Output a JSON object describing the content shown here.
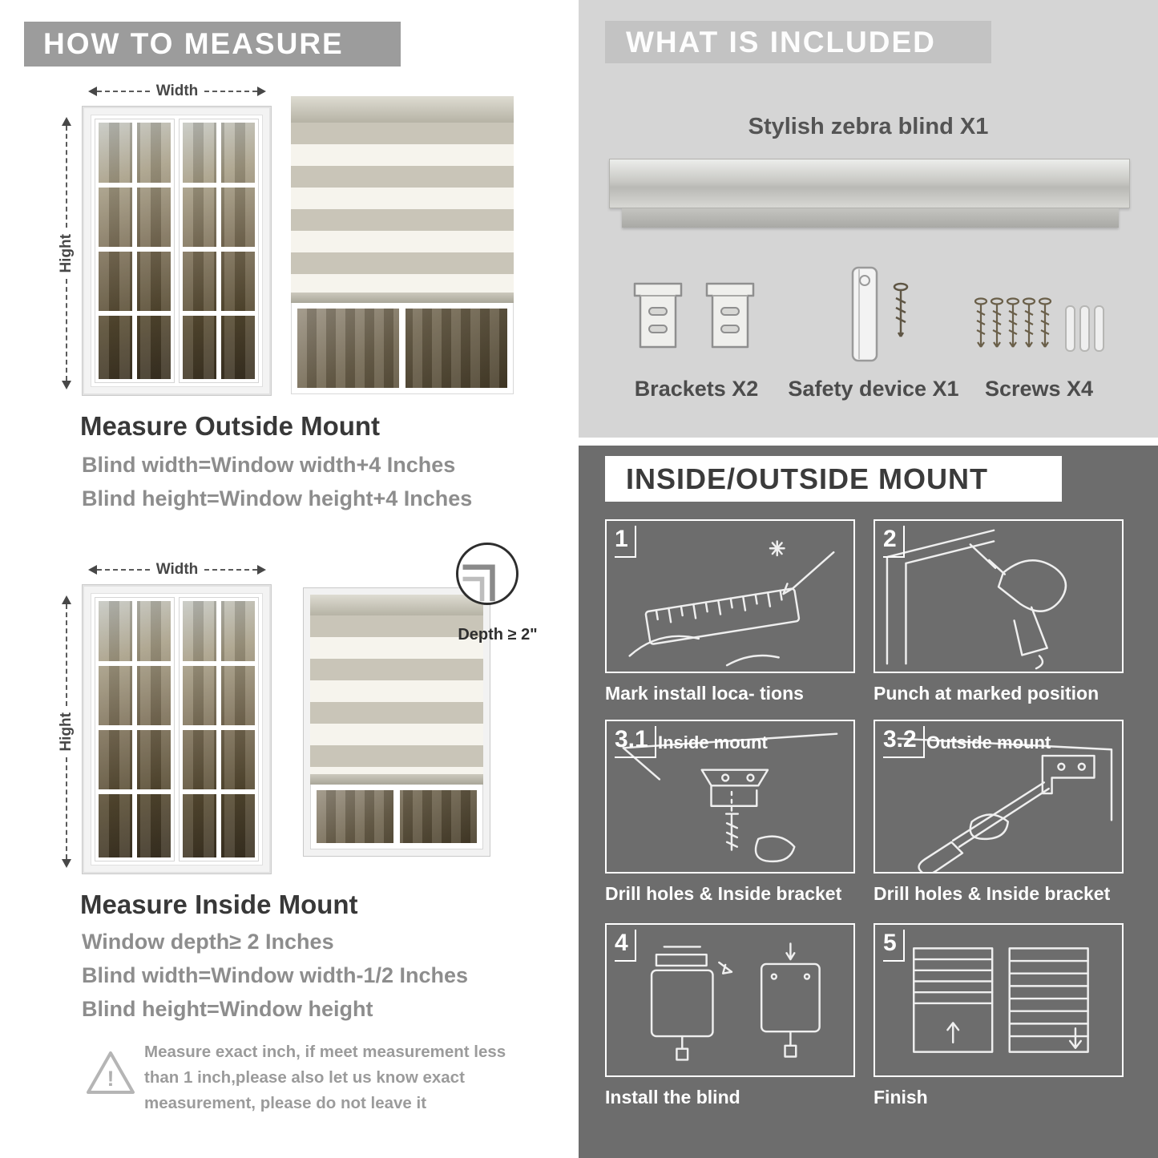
{
  "left": {
    "header": "HOW TO MEASURE",
    "outside": {
      "width_label": "Width",
      "height_label": "Hight",
      "title": "Measure Outside Mount",
      "lines": [
        "Blind width=Window width+4 Inches",
        "Blind height=Window height+4 Inches"
      ]
    },
    "inside": {
      "width_label": "Width",
      "height_label": "Hight",
      "depth_label": "Depth ≥ 2\"",
      "title": "Measure Inside Mount",
      "lines": [
        "Window depth≥ 2 Inches",
        "Blind width=Window width-1/2 Inches",
        "Blind height=Window height"
      ]
    },
    "warning_mark": "!",
    "warning_text": "Measure exact inch, if meet measurement less than 1 inch,please also let us know exact measurement, please do not leave it"
  },
  "included": {
    "header": "WHAT IS INCLUDED",
    "blind_label": "Stylish zebra blind X1",
    "items": [
      {
        "label": "Brackets X2",
        "icon": "mounting-brackets-icon"
      },
      {
        "label": "Safety device X1",
        "icon": "safety-device-screw-icon"
      },
      {
        "label": "Screws X4",
        "icon": "screws-anchors-icon"
      }
    ]
  },
  "mount": {
    "header": "INSIDE/OUTSIDE MOUNT",
    "steps": [
      {
        "num": "1",
        "title": "",
        "caption": "Mark install loca- tions",
        "icon": "ruler-pencil-marking-icon"
      },
      {
        "num": "2",
        "title": "",
        "caption": "Punch at  marked position",
        "icon": "power-drill-icon"
      },
      {
        "num": "3.1",
        "title": "Inside mount",
        "caption": "Drill holes &  Inside bracket",
        "icon": "inside-bracket-screw-icon"
      },
      {
        "num": "3.2",
        "title": "Outside mount",
        "caption": "Drill holes &  Inside bracket",
        "icon": "outside-bracket-screwdriver-icon"
      },
      {
        "num": "4",
        "title": "",
        "caption": "Install the blind",
        "icon": "clip-blind-into-bracket-icon"
      },
      {
        "num": "5",
        "title": "",
        "caption": "Finish",
        "icon": "zebra-blind-adjust-icon"
      }
    ]
  },
  "colors": {
    "header_banner_gray": "#9c9c9c",
    "included_panel_bg": "#d5d5d5",
    "included_banner_bg": "#c3c3c3",
    "mount_panel_bg": "#6d6d6d",
    "heading_text": "#383838",
    "body_text_gray": "#8d8d8d",
    "line_art_white": "#efefef"
  }
}
